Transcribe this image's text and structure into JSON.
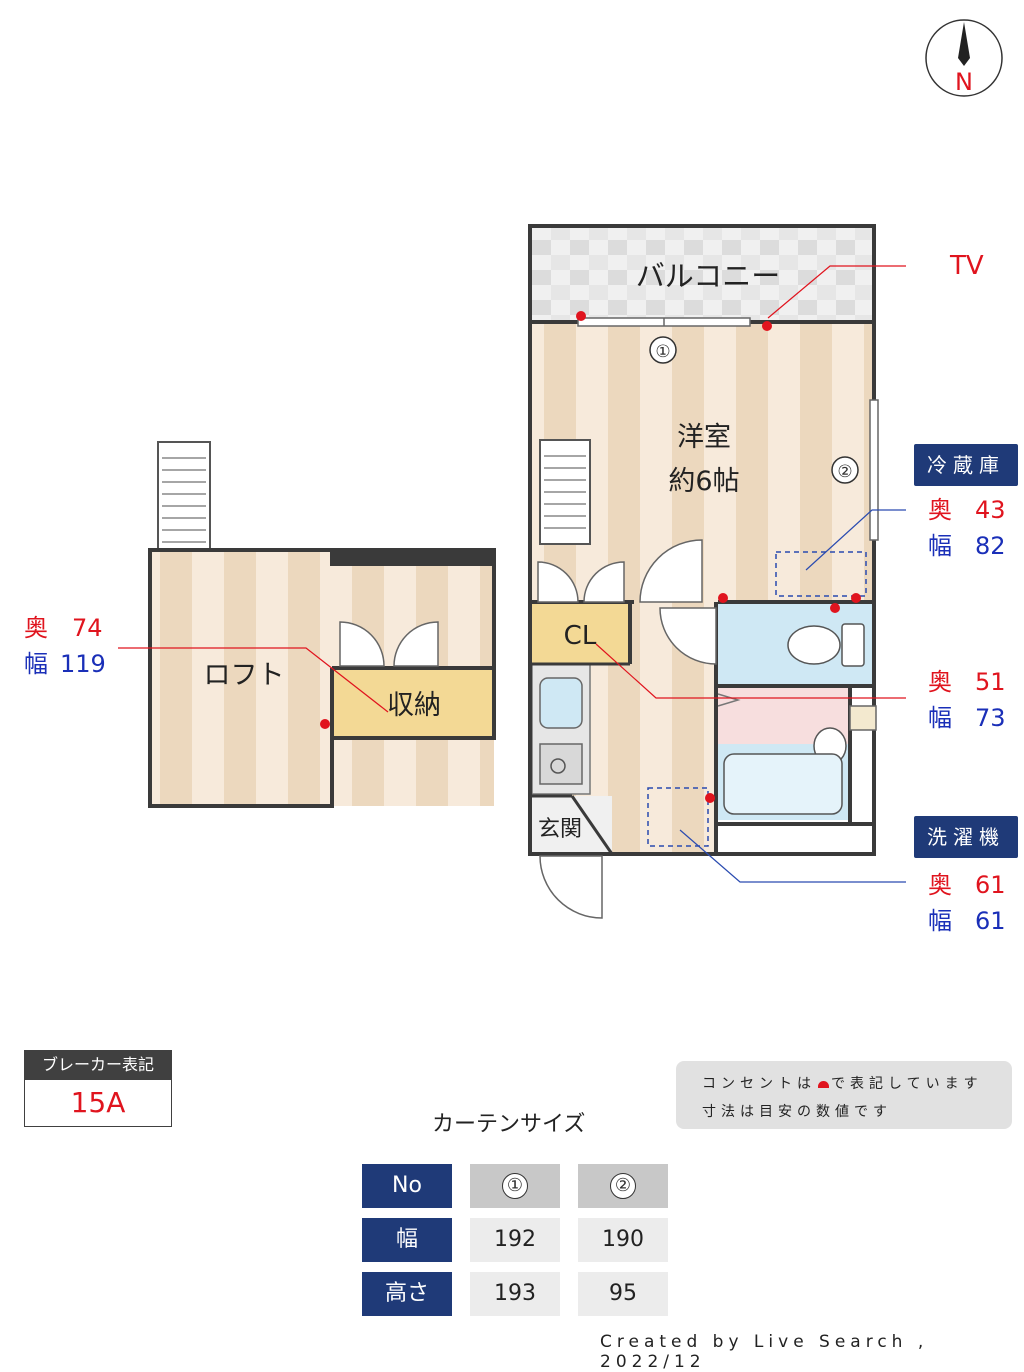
{
  "compass": {
    "label": "N"
  },
  "rooms": {
    "balcony": "バルコニー",
    "western_room": "洋室",
    "western_room_size": "約6帖",
    "closet": "CL",
    "entrance": "玄関",
    "loft": "ロフト",
    "storage": "収納"
  },
  "window_markers": [
    "①",
    "②"
  ],
  "annotations": {
    "tv": "TV",
    "fridge": {
      "tag": "冷蔵庫",
      "depth_label": "奥",
      "depth": "43",
      "width_label": "幅",
      "width": "82"
    },
    "loft_storage": {
      "depth_label": "奥",
      "depth": "74",
      "width_label": "幅",
      "width": "119"
    },
    "closet": {
      "depth_label": "奥",
      "depth": "51",
      "width_label": "幅",
      "width": "73"
    },
    "washer": {
      "tag": "洗濯機",
      "depth_label": "奥",
      "depth": "61",
      "width_label": "幅",
      "width": "61"
    }
  },
  "breaker": {
    "header": "ブレーカー表記",
    "value": "15A"
  },
  "note": {
    "line1_before": "コンセントは",
    "line1_after": "で表記しています",
    "line2": "寸法は目安の数値です"
  },
  "curtain": {
    "title": "カーテンサイズ",
    "header": [
      "No",
      "①",
      "②"
    ],
    "rows": [
      {
        "label": "幅",
        "values": [
          "192",
          "190"
        ]
      },
      {
        "label": "高さ",
        "values": [
          "193",
          "95"
        ]
      }
    ]
  },
  "credit": "Created by Live Search , 2022/12",
  "colors": {
    "wall": "#3a3a3a",
    "outlet": "#e0141e",
    "navy": "#1f3a78",
    "floor_light": "#f6e8d6",
    "floor_dark": "#ecd6ba"
  }
}
